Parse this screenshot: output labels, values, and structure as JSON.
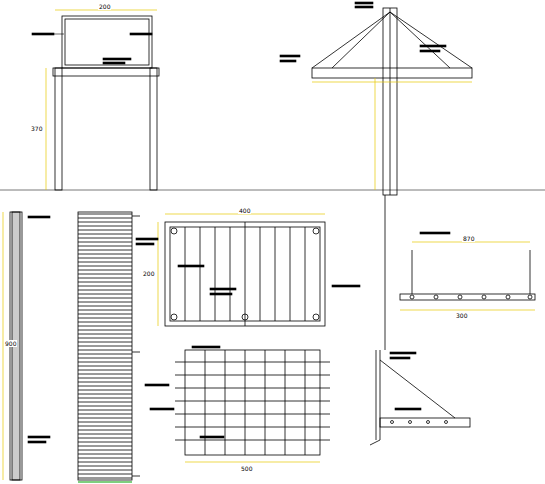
{
  "diagram": {
    "labels": [
      "200",
      "370",
      "400",
      "200",
      "870",
      "900",
      "500",
      "300"
    ]
  }
}
